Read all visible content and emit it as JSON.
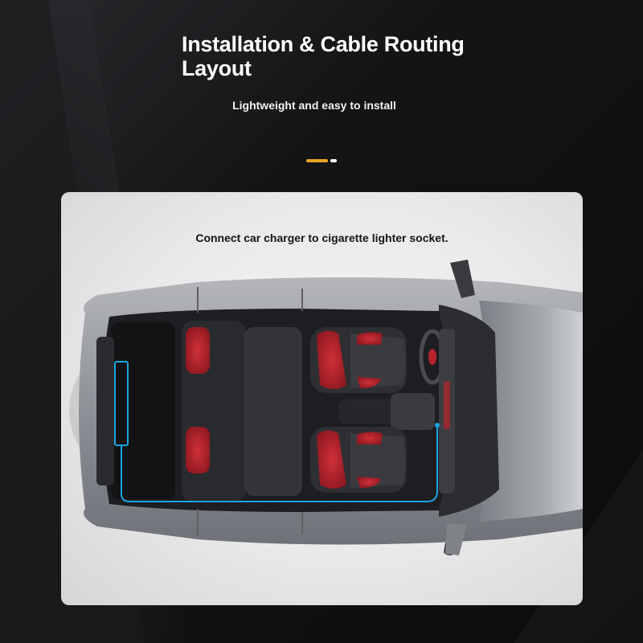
{
  "header": {
    "title": "Installation & Cable Routing Layout",
    "subtitle": "Lightweight and easy to install"
  },
  "carousel": {
    "active_color": "#e8a623",
    "inactive_color": "#ffffff"
  },
  "card": {
    "caption": "Connect car charger to cigarette lighter socket.",
    "cable_color": "#1aa7e0",
    "seat_accent": "#b8222b"
  }
}
